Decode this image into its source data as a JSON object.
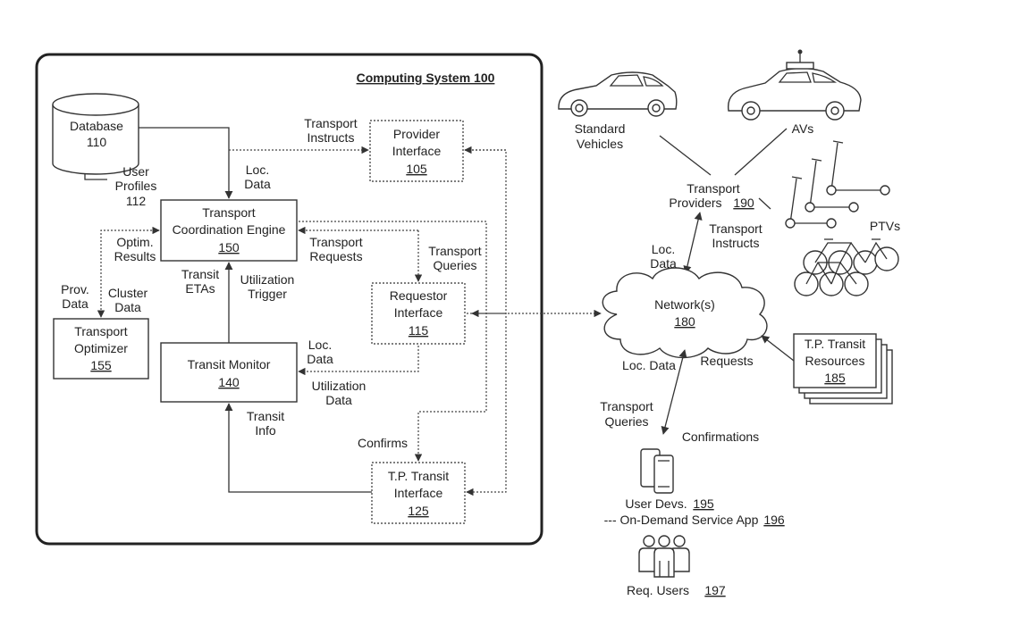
{
  "computing_system": {
    "title": "Computing System 100"
  },
  "database": {
    "name": "Database",
    "num": "110"
  },
  "user_profiles": {
    "line1": "User",
    "line2": "Profiles",
    "num": "112"
  },
  "provider_interface": {
    "line1": "Provider",
    "line2": "Interface",
    "num": "105"
  },
  "coordination_engine": {
    "line1": "Transport",
    "line2": "Coordination Engine",
    "num": "150"
  },
  "requestor_interface": {
    "line1": "Requestor",
    "line2": "Interface",
    "num": "115"
  },
  "transport_optimizer": {
    "line1": "Transport",
    "line2": "Optimizer",
    "num": "155"
  },
  "transit_monitor": {
    "line1": "Transit Monitor",
    "num": "140"
  },
  "tp_transit_interface": {
    "line1": "T.P. Transit",
    "line2": "Interface",
    "num": "125"
  },
  "labels": {
    "transport_instructs_1": "Transport",
    "transport_instructs_2": "Instructs",
    "loc_data_1a": "Loc.",
    "loc_data_1b": "Data",
    "optim_results_1": "Optim.",
    "optim_results_2": "Results",
    "prov_data_1": "Prov.",
    "prov_data_2": "Data",
    "cluster_data_1": "Cluster",
    "cluster_data_2": "Data",
    "transit_etas_1": "Transit",
    "transit_etas_2": "ETAs",
    "utilization_trigger_1": "Utilization",
    "utilization_trigger_2": "Trigger",
    "transport_requests_1": "Transport",
    "transport_requests_2": "Requests",
    "transport_queries_1": "Transport",
    "transport_queries_2": "Queries",
    "loc_data_2a": "Loc.",
    "loc_data_2b": "Data",
    "utilization_data_1": "Utilization",
    "utilization_data_2": "Data",
    "transit_info_1": "Transit",
    "transit_info_2": "Info",
    "confirms": "Confirms"
  },
  "external": {
    "standard_vehicles_1": "Standard",
    "standard_vehicles_2": "Vehicles",
    "avs": "AVs",
    "ptvs": "PTVs",
    "transport_providers_1": "Transport",
    "transport_providers_2": "Providers",
    "transport_providers_num": "190",
    "transport_instructs_1": "Transport",
    "transport_instructs_2": "Instructs",
    "loc_data_a": "Loc.",
    "loc_data_b": "Data",
    "network": "Network(s)",
    "network_num": "180",
    "tp_transit_resources_1": "T.P. Transit",
    "tp_transit_resources_2": "Resources",
    "tp_transit_resources_num": "185",
    "loc_data_c": "Loc. Data",
    "requests": "Requests",
    "transport_queries_1": "Transport",
    "transport_queries_2": "Queries",
    "confirmations": "Confirmations",
    "user_devs": "User Devs.",
    "user_devs_num": "195",
    "on_demand_app": "--- On-Demand Service App",
    "on_demand_app_num": "196",
    "req_users": "Req. Users",
    "req_users_num": "197"
  }
}
